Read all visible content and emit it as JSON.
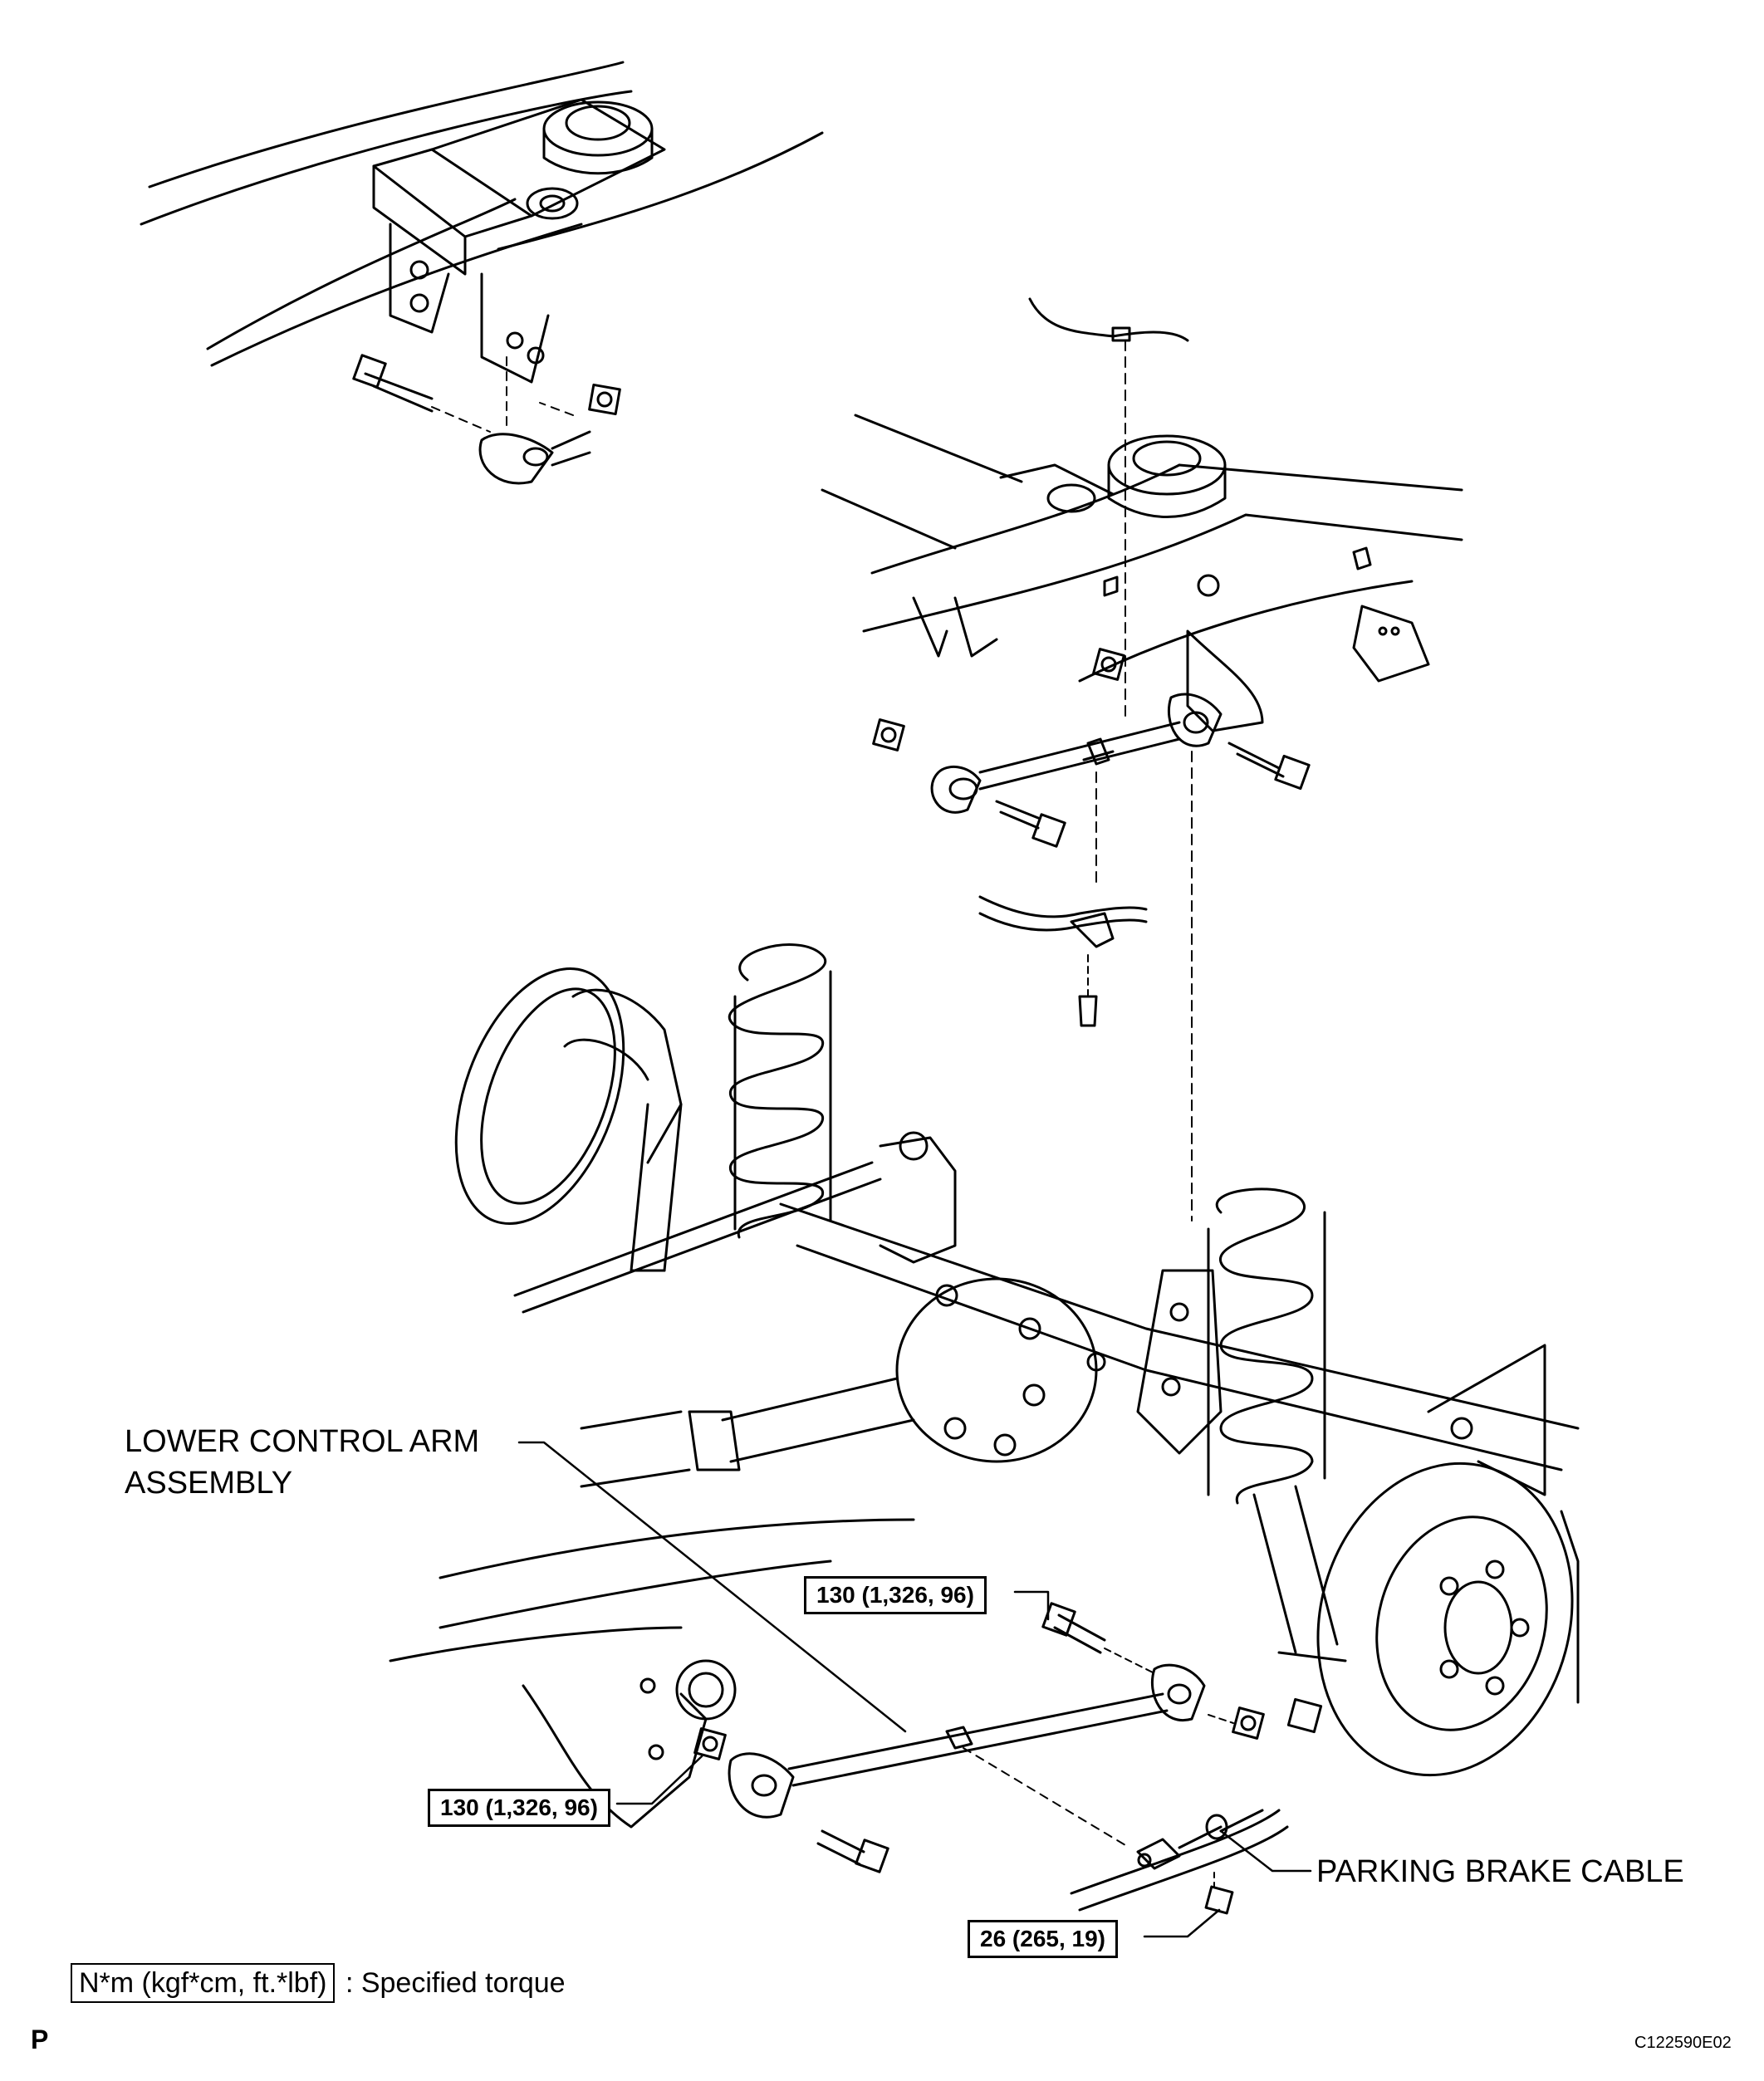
{
  "callouts": {
    "lower_control_arm_line1": "LOWER CONTROL ARM",
    "lower_control_arm_line2": "ASSEMBLY",
    "parking_brake_cable": "PARKING BRAKE CABLE"
  },
  "torques": {
    "upper_bolt": "130 (1,326, 96)",
    "lower_nut": "130 (1,326, 96)",
    "cable_bolt": "26 (265, 19)"
  },
  "legend": {
    "unit_box": "N*m (kgf*cm, ft.*lbf)",
    "description": ": Specified torque"
  },
  "footer": {
    "page_mark": "P",
    "figure_code": "C122590E02"
  }
}
